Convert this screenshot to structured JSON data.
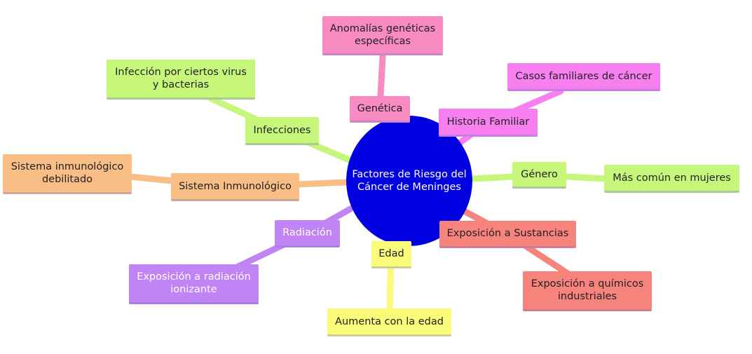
{
  "center": {
    "label": "Factores de Riesgo del Cáncer de Meninges",
    "color": "#0000e0"
  },
  "branches": [
    {
      "id": "genetica",
      "label": "Genética",
      "color": "#f78bc2",
      "leaf": "Anomalías genéticas específicas"
    },
    {
      "id": "historia",
      "label": "Historia Familiar",
      "color": "#f77ff0",
      "leaf": "Casos familiares de cáncer"
    },
    {
      "id": "genero",
      "label": "Género",
      "color": "#c6f77b",
      "leaf": "Más común en mujeres"
    },
    {
      "id": "sustancias",
      "label": "Exposición a Sustancias",
      "color": "#f7837d",
      "leaf": "Exposición a químicos industriales"
    },
    {
      "id": "edad",
      "label": "Edad",
      "color": "#fafb78",
      "leaf": "Aumenta con la edad"
    },
    {
      "id": "radiacion",
      "label": "Radiación",
      "color": "#c084f5",
      "leaf": "Exposición a radiación ionizante"
    },
    {
      "id": "inmunologico",
      "label": "Sistema Inmunológico",
      "color": "#f9be85",
      "leaf": "Sistema inmunológico debilitado"
    },
    {
      "id": "infecciones",
      "label": "Infecciones",
      "color": "#c6f77b",
      "leaf": "Infección por ciertos virus y bacterias"
    }
  ]
}
